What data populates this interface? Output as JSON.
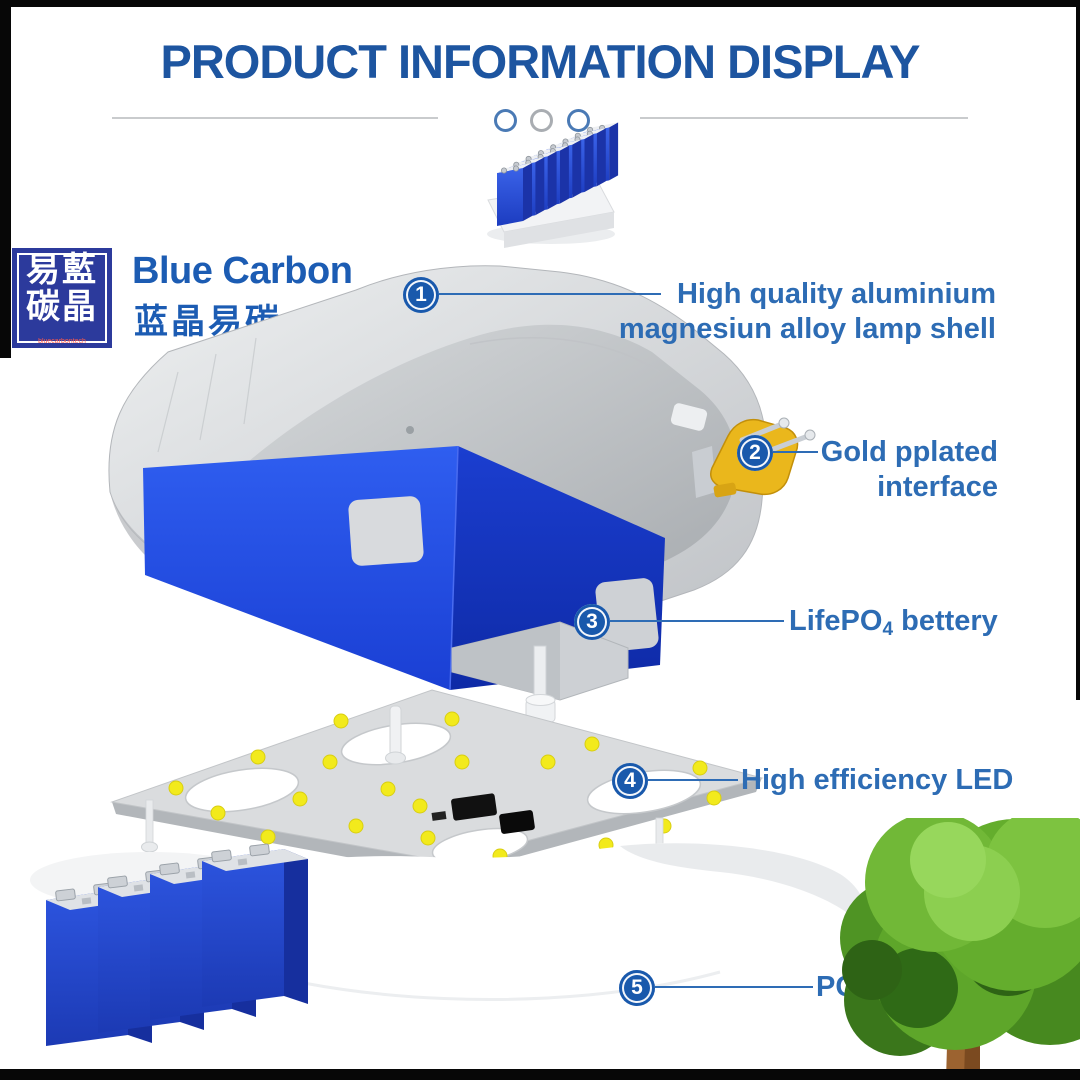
{
  "header": {
    "title": "PRODUCT INFORMATION DISPLAY",
    "title_color": "#1d55a0"
  },
  "divider": {
    "line_color": "#c9cbcd",
    "circle_colors": [
      "#4a7ab5",
      "#a9adb2",
      "#4a7ab5"
    ]
  },
  "brand": {
    "name": "Blue Carbon",
    "name_cn": "蓝晶易碳",
    "seal_row1": "易藍",
    "seal_row2": "碳晶",
    "seal_footer": "bluecarbontech",
    "text_color": "#1c5cb3",
    "seal_bg": "#2c3a9c"
  },
  "callouts": [
    {
      "num": "1",
      "line1": "High quality aluminium",
      "line2": "magnesiun alloy lamp shell"
    },
    {
      "num": "2",
      "line1": "Gold pplated",
      "line2": "interface"
    },
    {
      "num": "3",
      "pre": "LifePO",
      "sub": "4",
      "post": " bettery"
    },
    {
      "num": "4",
      "label": "High efficiency LED"
    },
    {
      "num": "5",
      "label": "PC la"
    }
  ],
  "callout_style": {
    "badge_color": "#1959ac",
    "line_color": "#2e6cb5",
    "text_color": "#2d6cb4"
  },
  "illustration_colors": {
    "battery_blue": "#1d43d2",
    "shell_gray": "#cfd2d5",
    "led_yellow": "#f0ea1e",
    "gold_connector": "#e8b41e",
    "tree_green": "#6fb52e",
    "trunk_brown": "#9c6330"
  }
}
